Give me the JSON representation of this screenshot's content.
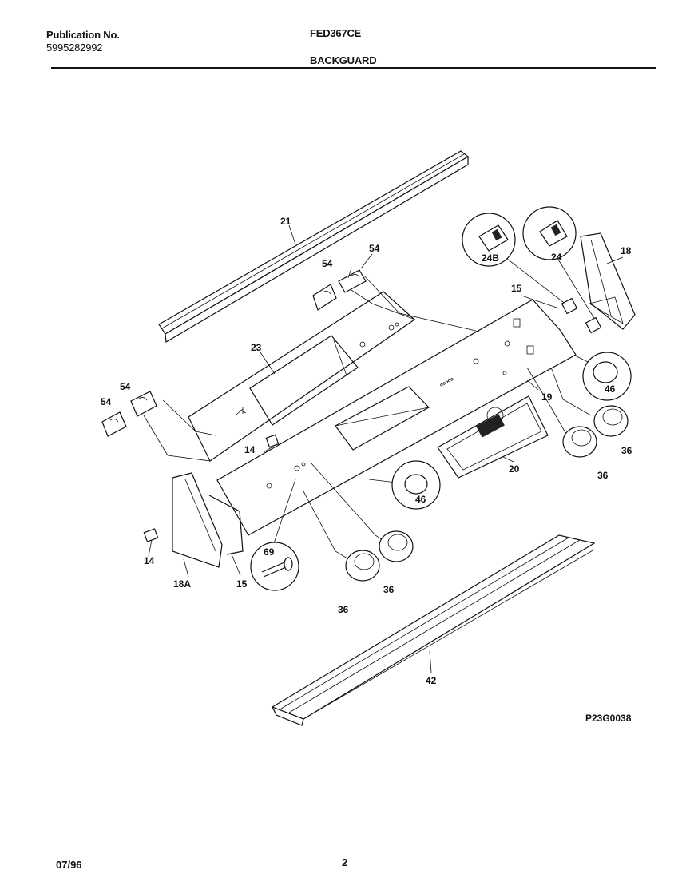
{
  "header": {
    "publication_label": "Publication No.",
    "publication_number": "5995282992",
    "model": "FED367CE",
    "section": "BACKGUARD"
  },
  "callouts": {
    "c21": "21",
    "c54a": "54",
    "c54b": "54",
    "c54c": "54",
    "c54d": "54",
    "c23": "23",
    "c24b": "24B",
    "c24": "24",
    "c18": "18",
    "c15a": "15",
    "c19": "19",
    "c46a": "46",
    "c14a": "14",
    "c20": "20",
    "c36a": "36",
    "c36b": "36",
    "c46b": "46",
    "c69": "69",
    "c14b": "14",
    "c18a": "18A",
    "c15b": "15",
    "c36c": "36",
    "c36d": "36",
    "c42": "42"
  },
  "reference_code": "P23G0038",
  "footer": {
    "date": "07/96",
    "page": "2"
  }
}
